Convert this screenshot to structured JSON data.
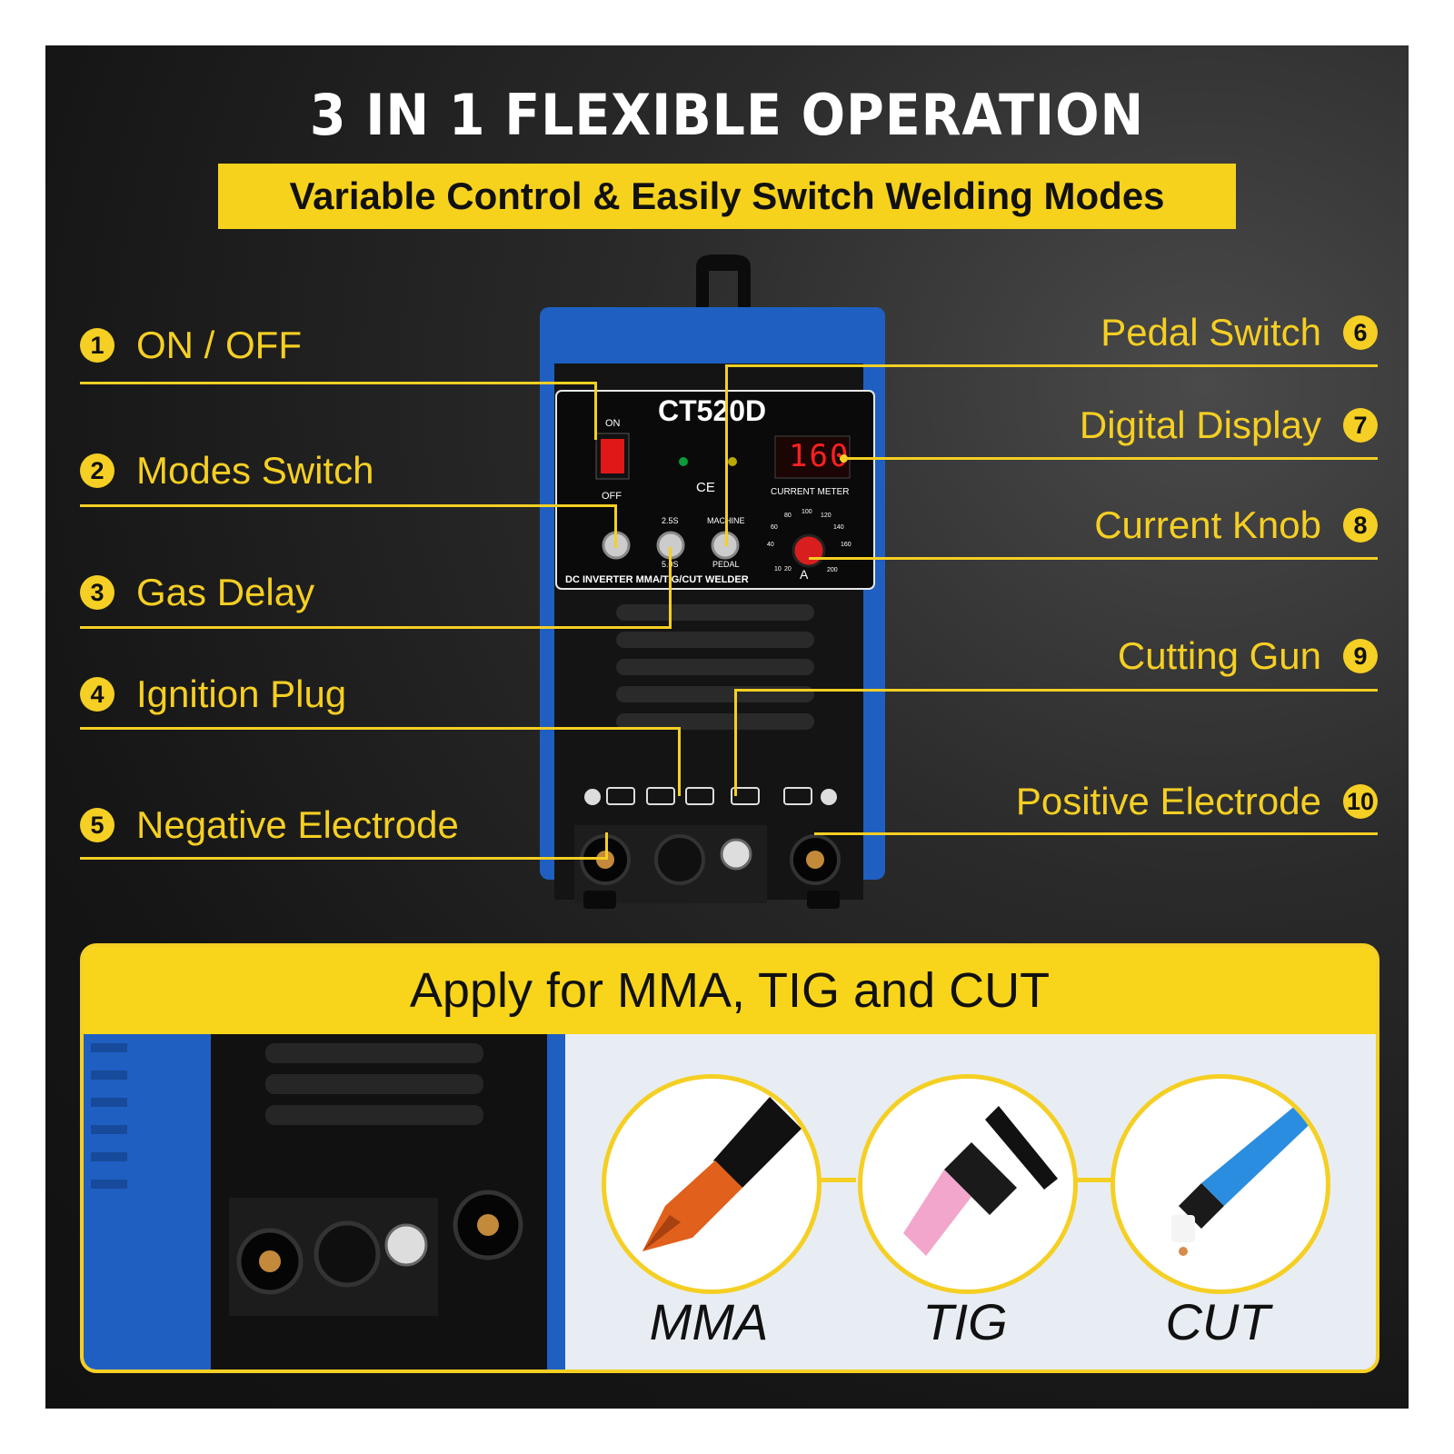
{
  "header": {
    "title": "3 IN 1 FLEXIBLE OPERATION",
    "subtitle": "Variable Control & Easily Switch Welding Modes"
  },
  "machine": {
    "model": "CT520D",
    "panel_labels": {
      "on": "ON",
      "off": "OFF",
      "current_meter": "CURRENT METER",
      "display_value": "160",
      "gas_top": "2.5S",
      "gas_bottom": "5.0S",
      "machine": "MACHINE",
      "pedal": "PEDAL",
      "ampere": "A",
      "footer": "DC INVERTER MMA/TIG/CUT WELDER",
      "ce": "CE"
    },
    "knob_scale": [
      "10",
      "20",
      "40",
      "60",
      "80",
      "100",
      "120",
      "140",
      "160",
      "200"
    ]
  },
  "callouts_left": [
    {
      "num": "1",
      "label": "ON / OFF"
    },
    {
      "num": "2",
      "label": "Modes Switch"
    },
    {
      "num": "3",
      "label": "Gas Delay"
    },
    {
      "num": "4",
      "label": "Ignition Plug"
    },
    {
      "num": "5",
      "label": "Negative Electrode"
    }
  ],
  "callouts_right": [
    {
      "num": "6",
      "label": "Pedal Switch"
    },
    {
      "num": "7",
      "label": "Digital Display"
    },
    {
      "num": "8",
      "label": "Current Knob"
    },
    {
      "num": "9",
      "label": "Cutting Gun"
    },
    {
      "num": "10",
      "label": "Positive Electrode"
    }
  ],
  "apply": {
    "heading": "Apply for MMA, TIG and CUT",
    "modes": [
      {
        "label": "MMA",
        "icon": "electrode-holder-icon"
      },
      {
        "label": "TIG",
        "icon": "tig-torch-icon"
      },
      {
        "label": "CUT",
        "icon": "plasma-cutter-icon"
      }
    ]
  },
  "colors": {
    "accent": "#f5cf23",
    "machine_blue": "#1f5fc2",
    "display_red": "#ff2020"
  }
}
